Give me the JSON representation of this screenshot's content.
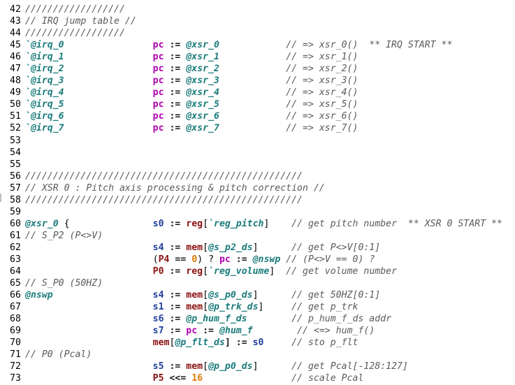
{
  "colors": {
    "comment": "#5a5a5a",
    "label": "#1b7b7b",
    "pc": "#b000b0",
    "register": "#1f3f9a",
    "keyword": "#8a1010",
    "number": "#e07a00"
  },
  "lines": [
    {
      "n": "42",
      "tokens": [
        {
          "t": "//////////////////",
          "c": "comment"
        }
      ]
    },
    {
      "n": "43",
      "tokens": [
        {
          "t": "// IRQ jump table //",
          "c": "comment"
        }
      ]
    },
    {
      "n": "44",
      "tokens": [
        {
          "t": "//////////////////",
          "c": "comment"
        }
      ]
    },
    {
      "n": "45",
      "tokens": [
        {
          "t": "`@irq_0",
          "c": "label"
        },
        {
          "t": "                ",
          "c": "plain"
        },
        {
          "t": "pc",
          "c": "pc"
        },
        {
          "t": " := ",
          "c": "op"
        },
        {
          "t": "@xsr_0",
          "c": "label"
        },
        {
          "t": "            ",
          "c": "plain"
        },
        {
          "t": "// => xsr_0()  ** IRQ START **",
          "c": "comment"
        }
      ]
    },
    {
      "n": "46",
      "tokens": [
        {
          "t": "`@irq_1",
          "c": "label"
        },
        {
          "t": "                ",
          "c": "plain"
        },
        {
          "t": "pc",
          "c": "pc"
        },
        {
          "t": " := ",
          "c": "op"
        },
        {
          "t": "@xsr_1",
          "c": "label"
        },
        {
          "t": "            ",
          "c": "plain"
        },
        {
          "t": "// => xsr_1()",
          "c": "comment"
        }
      ]
    },
    {
      "n": "47",
      "tokens": [
        {
          "t": "`@irq_2",
          "c": "label"
        },
        {
          "t": "                ",
          "c": "plain"
        },
        {
          "t": "pc",
          "c": "pc"
        },
        {
          "t": " := ",
          "c": "op"
        },
        {
          "t": "@xsr_2",
          "c": "label"
        },
        {
          "t": "            ",
          "c": "plain"
        },
        {
          "t": "// => xsr_2()",
          "c": "comment"
        }
      ]
    },
    {
      "n": "48",
      "tokens": [
        {
          "t": "`@irq_3",
          "c": "label"
        },
        {
          "t": "                ",
          "c": "plain"
        },
        {
          "t": "pc",
          "c": "pc"
        },
        {
          "t": " := ",
          "c": "op"
        },
        {
          "t": "@xsr_3",
          "c": "label"
        },
        {
          "t": "            ",
          "c": "plain"
        },
        {
          "t": "// => xsr_3()",
          "c": "comment"
        }
      ]
    },
    {
      "n": "49",
      "tokens": [
        {
          "t": "`@irq_4",
          "c": "label"
        },
        {
          "t": "                ",
          "c": "plain"
        },
        {
          "t": "pc",
          "c": "pc"
        },
        {
          "t": " := ",
          "c": "op"
        },
        {
          "t": "@xsr_4",
          "c": "label"
        },
        {
          "t": "            ",
          "c": "plain"
        },
        {
          "t": "// => xsr_4()",
          "c": "comment"
        }
      ]
    },
    {
      "n": "50",
      "tokens": [
        {
          "t": "`@irq_5",
          "c": "label"
        },
        {
          "t": "                ",
          "c": "plain"
        },
        {
          "t": "pc",
          "c": "pc"
        },
        {
          "t": " := ",
          "c": "op"
        },
        {
          "t": "@xsr_5",
          "c": "label"
        },
        {
          "t": "            ",
          "c": "plain"
        },
        {
          "t": "// => xsr_5()",
          "c": "comment"
        }
      ]
    },
    {
      "n": "51",
      "tokens": [
        {
          "t": "`@irq_6",
          "c": "label"
        },
        {
          "t": "                ",
          "c": "plain"
        },
        {
          "t": "pc",
          "c": "pc"
        },
        {
          "t": " := ",
          "c": "op"
        },
        {
          "t": "@xsr_6",
          "c": "label"
        },
        {
          "t": "            ",
          "c": "plain"
        },
        {
          "t": "// => xsr_6()",
          "c": "comment"
        }
      ]
    },
    {
      "n": "52",
      "tokens": [
        {
          "t": "`@irq_7",
          "c": "label"
        },
        {
          "t": "                ",
          "c": "plain"
        },
        {
          "t": "pc",
          "c": "pc"
        },
        {
          "t": " := ",
          "c": "op"
        },
        {
          "t": "@xsr_7",
          "c": "label"
        },
        {
          "t": "            ",
          "c": "plain"
        },
        {
          "t": "// => xsr_7()",
          "c": "comment"
        }
      ]
    },
    {
      "n": "53",
      "tokens": []
    },
    {
      "n": "54",
      "tokens": []
    },
    {
      "n": "55",
      "tokens": []
    },
    {
      "n": "56",
      "tokens": [
        {
          "t": "//////////////////////////////////////////////////",
          "c": "comment"
        }
      ]
    },
    {
      "n": "57",
      "tokens": [
        {
          "t": "// XSR 0 : Pitch axis processing & pitch correction //",
          "c": "comment"
        }
      ]
    },
    {
      "n": "58",
      "tokens": [
        {
          "t": "//////////////////////////////////////////////////",
          "c": "comment"
        }
      ]
    },
    {
      "n": "59",
      "tokens": []
    },
    {
      "n": "60",
      "tokens": [
        {
          "t": "@xsr_0",
          "c": "label"
        },
        {
          "t": " {",
          "c": "plain"
        },
        {
          "t": "               ",
          "c": "plain"
        },
        {
          "t": "s0",
          "c": "reg"
        },
        {
          "t": " := ",
          "c": "op"
        },
        {
          "t": "reg",
          "c": "kw"
        },
        {
          "t": "[",
          "c": "plain"
        },
        {
          "t": "`reg_pitch",
          "c": "label"
        },
        {
          "t": "]    ",
          "c": "plain"
        },
        {
          "t": "// get pitch number  ** XSR 0 START **",
          "c": "comment"
        }
      ]
    },
    {
      "n": "61",
      "tokens": [
        {
          "t": "// S_P2 (P<>V)",
          "c": "comment"
        }
      ]
    },
    {
      "n": "62",
      "tokens": [
        {
          "t": "                       ",
          "c": "plain"
        },
        {
          "t": "s4",
          "c": "reg"
        },
        {
          "t": " := ",
          "c": "op"
        },
        {
          "t": "mem",
          "c": "kw"
        },
        {
          "t": "[",
          "c": "plain"
        },
        {
          "t": "@s_p2_ds",
          "c": "label"
        },
        {
          "t": "]      ",
          "c": "plain"
        },
        {
          "t": "// get P<>V[0:1]",
          "c": "comment"
        }
      ]
    },
    {
      "n": "63",
      "tokens": [
        {
          "t": "                       ",
          "c": "plain"
        },
        {
          "t": "(",
          "c": "plain"
        },
        {
          "t": "P4",
          "c": "kw"
        },
        {
          "t": " == ",
          "c": "op"
        },
        {
          "t": "0",
          "c": "num"
        },
        {
          "t": ") ? ",
          "c": "plain"
        },
        {
          "t": "pc",
          "c": "pc"
        },
        {
          "t": " := ",
          "c": "op"
        },
        {
          "t": "@nswp",
          "c": "label"
        },
        {
          "t": " ",
          "c": "plain"
        },
        {
          "t": "// (P<>V == 0) ?",
          "c": "comment"
        }
      ]
    },
    {
      "n": "64",
      "tokens": [
        {
          "t": "                       ",
          "c": "plain"
        },
        {
          "t": "P0",
          "c": "kw"
        },
        {
          "t": " := ",
          "c": "op"
        },
        {
          "t": "reg",
          "c": "kw"
        },
        {
          "t": "[",
          "c": "plain"
        },
        {
          "t": "`reg_volume",
          "c": "label"
        },
        {
          "t": "]  ",
          "c": "plain"
        },
        {
          "t": "// get volume number",
          "c": "comment"
        }
      ]
    },
    {
      "n": "65",
      "tokens": [
        {
          "t": "// S_P0 (50HZ)",
          "c": "comment"
        }
      ]
    },
    {
      "n": "66",
      "tokens": [
        {
          "t": "@nswp",
          "c": "label"
        },
        {
          "t": "                  ",
          "c": "plain"
        },
        {
          "t": "s4",
          "c": "reg"
        },
        {
          "t": " := ",
          "c": "op"
        },
        {
          "t": "mem",
          "c": "kw"
        },
        {
          "t": "[",
          "c": "plain"
        },
        {
          "t": "@s_p0_ds",
          "c": "label"
        },
        {
          "t": "]      ",
          "c": "plain"
        },
        {
          "t": "// get 50HZ[0:1]",
          "c": "comment"
        }
      ]
    },
    {
      "n": "67",
      "tokens": [
        {
          "t": "                       ",
          "c": "plain"
        },
        {
          "t": "s1",
          "c": "reg"
        },
        {
          "t": " := ",
          "c": "op"
        },
        {
          "t": "mem",
          "c": "kw"
        },
        {
          "t": "[",
          "c": "plain"
        },
        {
          "t": "@p_trk_ds",
          "c": "label"
        },
        {
          "t": "]     ",
          "c": "plain"
        },
        {
          "t": "// get p_trk",
          "c": "comment"
        }
      ]
    },
    {
      "n": "68",
      "tokens": [
        {
          "t": "                       ",
          "c": "plain"
        },
        {
          "t": "s6",
          "c": "reg"
        },
        {
          "t": " := ",
          "c": "op"
        },
        {
          "t": "@p_hum_f_ds",
          "c": "label"
        },
        {
          "t": "        ",
          "c": "plain"
        },
        {
          "t": "// p_hum_f_ds addr",
          "c": "comment"
        }
      ]
    },
    {
      "n": "69",
      "tokens": [
        {
          "t": "                       ",
          "c": "plain"
        },
        {
          "t": "s7",
          "c": "reg"
        },
        {
          "t": " := ",
          "c": "op"
        },
        {
          "t": "pc",
          "c": "pc"
        },
        {
          "t": " := ",
          "c": "op"
        },
        {
          "t": "@hum_f",
          "c": "label"
        },
        {
          "t": "        ",
          "c": "plain"
        },
        {
          "t": "// <=> hum_f()",
          "c": "comment"
        }
      ]
    },
    {
      "n": "70",
      "tokens": [
        {
          "t": "                       ",
          "c": "plain"
        },
        {
          "t": "mem",
          "c": "kw"
        },
        {
          "t": "[",
          "c": "plain"
        },
        {
          "t": "@p_flt_ds",
          "c": "label"
        },
        {
          "t": "] := ",
          "c": "op"
        },
        {
          "t": "s0",
          "c": "reg"
        },
        {
          "t": "     ",
          "c": "plain"
        },
        {
          "t": "// sto p_flt",
          "c": "comment"
        }
      ]
    },
    {
      "n": "71",
      "tokens": [
        {
          "t": "// P0 (Pcal)",
          "c": "comment"
        }
      ]
    },
    {
      "n": "72",
      "tokens": [
        {
          "t": "                       ",
          "c": "plain"
        },
        {
          "t": "s5",
          "c": "reg"
        },
        {
          "t": " := ",
          "c": "op"
        },
        {
          "t": "mem",
          "c": "kw"
        },
        {
          "t": "[",
          "c": "plain"
        },
        {
          "t": "@p_p0_ds",
          "c": "label"
        },
        {
          "t": "]      ",
          "c": "plain"
        },
        {
          "t": "// get Pcal[-128:127]",
          "c": "comment"
        }
      ]
    },
    {
      "n": "73",
      "tokens": [
        {
          "t": "                       ",
          "c": "plain"
        },
        {
          "t": "P5",
          "c": "kw"
        },
        {
          "t": " <<= ",
          "c": "op"
        },
        {
          "t": "16",
          "c": "num"
        },
        {
          "t": "                ",
          "c": "plain"
        },
        {
          "t": "// scale Pcal",
          "c": "comment"
        }
      ]
    }
  ]
}
